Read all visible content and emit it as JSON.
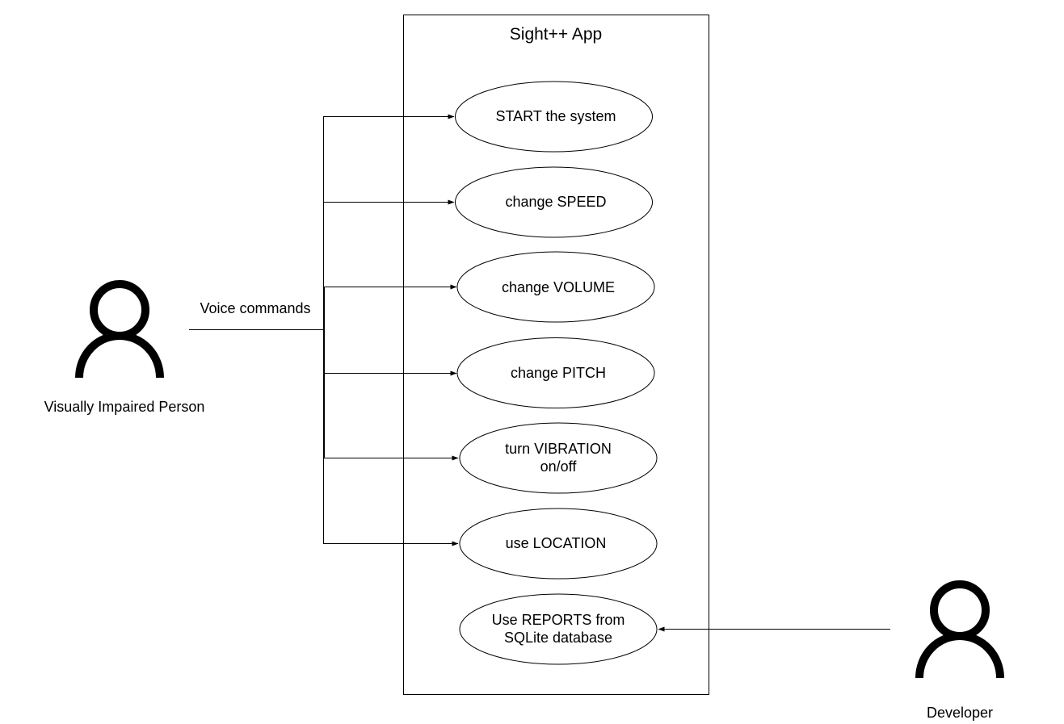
{
  "system": {
    "title": "Sight++ App"
  },
  "actors": {
    "user": {
      "name": "Visually Impaired Person",
      "icon": "person-icon"
    },
    "developer": {
      "name": "Developer",
      "icon": "person-icon"
    }
  },
  "connector_label": "Voice commands",
  "use_cases": [
    {
      "lines": [
        "START the system"
      ],
      "actor": "user"
    },
    {
      "lines": [
        "change SPEED"
      ],
      "actor": "user"
    },
    {
      "lines": [
        "change VOLUME"
      ],
      "actor": "user"
    },
    {
      "lines": [
        "change PITCH"
      ],
      "actor": "user"
    },
    {
      "lines": [
        "turn VIBRATION",
        "on/off"
      ],
      "actor": "user"
    },
    {
      "lines": [
        "use LOCATION"
      ],
      "actor": "user"
    },
    {
      "lines": [
        "Use REPORTS from",
        "SQLite database"
      ],
      "actor": "developer"
    }
  ],
  "colors": {
    "stroke": "#000000",
    "background": "#ffffff"
  }
}
